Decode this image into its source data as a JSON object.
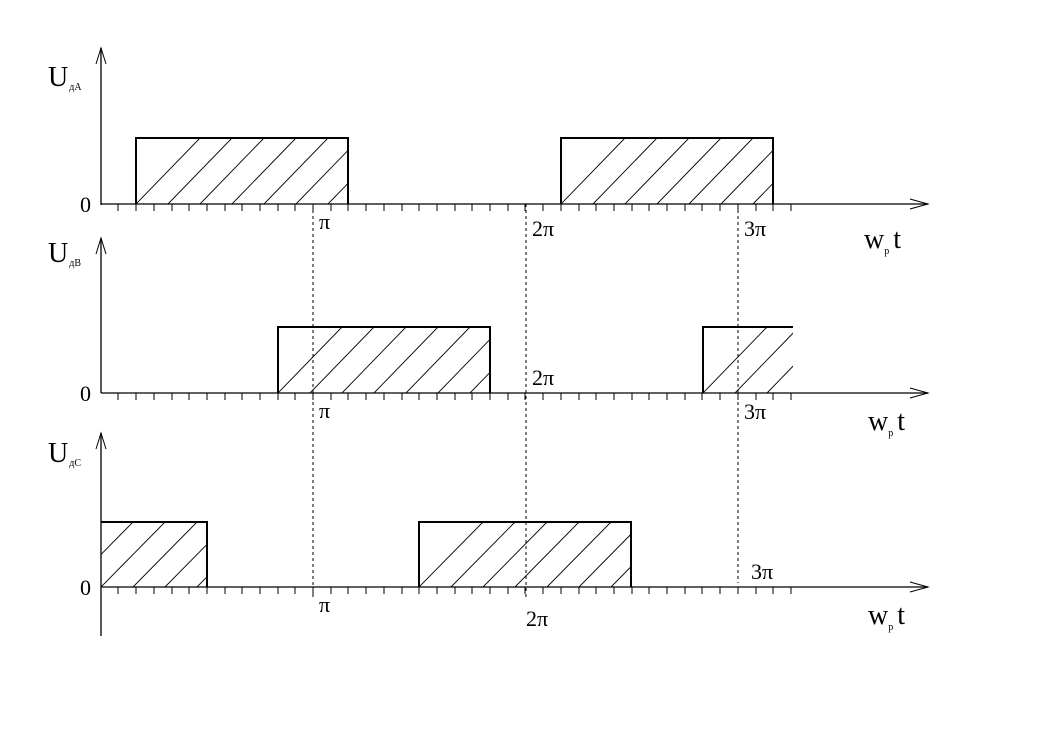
{
  "diagram": {
    "phase_a": {
      "axis_label": "U",
      "axis_label_sub": "дА",
      "zero": "0",
      "tick_labels": {
        "pi": "π",
        "two_pi": "2π",
        "three_pi": "3π"
      },
      "x_label": "w",
      "x_label_sub": "p",
      "x_label_t": "t"
    },
    "phase_b": {
      "axis_label": "U",
      "axis_label_sub": "дВ",
      "zero": "0",
      "tick_labels": {
        "pi": "π",
        "two_pi": "2π",
        "three_pi": "3π"
      },
      "x_label": "w",
      "x_label_sub": "p",
      "x_label_t": "t"
    },
    "phase_c": {
      "axis_label": "U",
      "axis_label_sub": "дС",
      "zero": "0",
      "tick_labels": {
        "pi": "π",
        "two_pi": "2π",
        "three_pi": "3π"
      },
      "x_label": "w",
      "x_label_sub": "p",
      "x_label_t": "t"
    }
  }
}
